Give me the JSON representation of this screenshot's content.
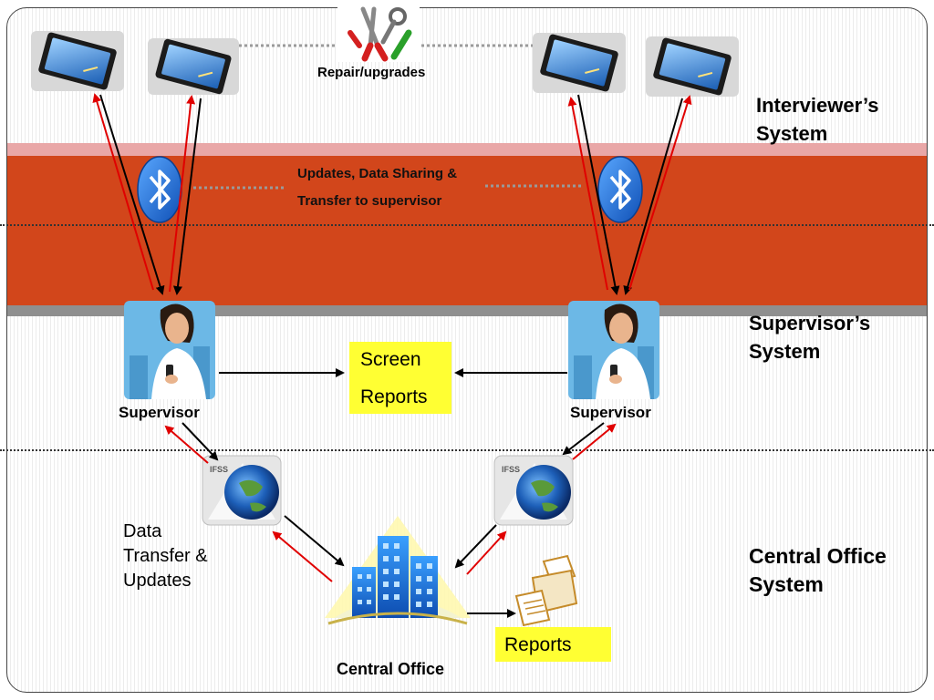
{
  "labels": {
    "repair": "Repair/upgrades",
    "updates_line1": "Updates, Data Sharing &",
    "updates_line2": "Transfer to supervisor",
    "interviewer_line1": "Interviewer’s",
    "interviewer_line2": "System",
    "supervisor_sys_line1": "Supervisor’s",
    "supervisor_sys_line2": "System",
    "supervisor_left": "Supervisor",
    "supervisor_right": "Supervisor",
    "screen_reports_line1": "Screen",
    "screen_reports_line2": "Reports",
    "data_transfer_line1": "Data",
    "data_transfer_line2": "Transfer &",
    "data_transfer_line3": "Updates",
    "central_office_sys_line1": "Central Office",
    "central_office_sys_line2": "System",
    "central_office": "Central Office",
    "reports": "Reports",
    "ifss_left": "IFSS",
    "ifss_right": "IFSS"
  },
  "colors": {
    "band_orange": "#d2461b",
    "band_pink": "#e9a7a7",
    "band_grey": "#8f8f8f",
    "highlight_yellow": "#ffff33",
    "arrow_black": "#000000",
    "arrow_red": "#e00000",
    "bluetooth_blue": "#1e6fd9"
  },
  "icons": [
    "tablet-icon",
    "tools-icon",
    "bluetooth-icon",
    "supervisor-icon",
    "ifss-globe-icon",
    "building-icon",
    "printer-icon"
  ]
}
